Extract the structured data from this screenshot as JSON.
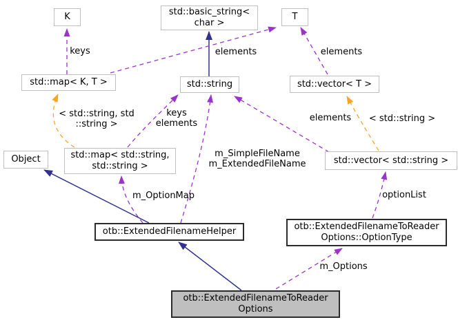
{
  "nodes": {
    "k": {
      "lines": [
        "K"
      ]
    },
    "basic_string": {
      "lines": [
        "std::basic_string<",
        "char >"
      ]
    },
    "t": {
      "lines": [
        "T"
      ]
    },
    "map_k_t": {
      "lines": [
        "std::map< K, T >"
      ]
    },
    "string": {
      "lines": [
        "std::string"
      ]
    },
    "vector_t": {
      "lines": [
        "std::vector< T >"
      ]
    },
    "object": {
      "lines": [
        "Object"
      ]
    },
    "map_string_string": {
      "lines": [
        "std::map< std::string,",
        "std::string >"
      ]
    },
    "vector_string": {
      "lines": [
        "std::vector< std::string >"
      ]
    },
    "helper": {
      "lines": [
        "otb::ExtendedFilenameHelper"
      ]
    },
    "option_type": {
      "lines": [
        "otb::ExtendedFilenameToReader",
        "Options::OptionType"
      ]
    },
    "to_reader_options": {
      "lines": [
        "otb::ExtendedFilenameToReader",
        "Options"
      ]
    }
  },
  "edge_labels": {
    "keys": "keys",
    "elements_map_t": "elements",
    "elements_vector_t": "elements",
    "template_map": [
      "< std::string, std",
      "::string >"
    ],
    "keys_elements": [
      "keys",
      "elements"
    ],
    "elements_vector_string": "elements",
    "template_vector": "< std::string >",
    "file_names": [
      "m_SimpleFileName",
      "m_ExtendedFileName"
    ],
    "option_map": "m_OptionMap",
    "option_list": "optionList",
    "options": "m_Options"
  },
  "colors": {
    "usage_edge": "#9a32cd",
    "template_edge": "#ffa420",
    "inheritance_edge": "#31318f",
    "node_border": "#bebebe",
    "class_border": "#2b2b2b",
    "selected_fill": "#bfbfbf"
  }
}
